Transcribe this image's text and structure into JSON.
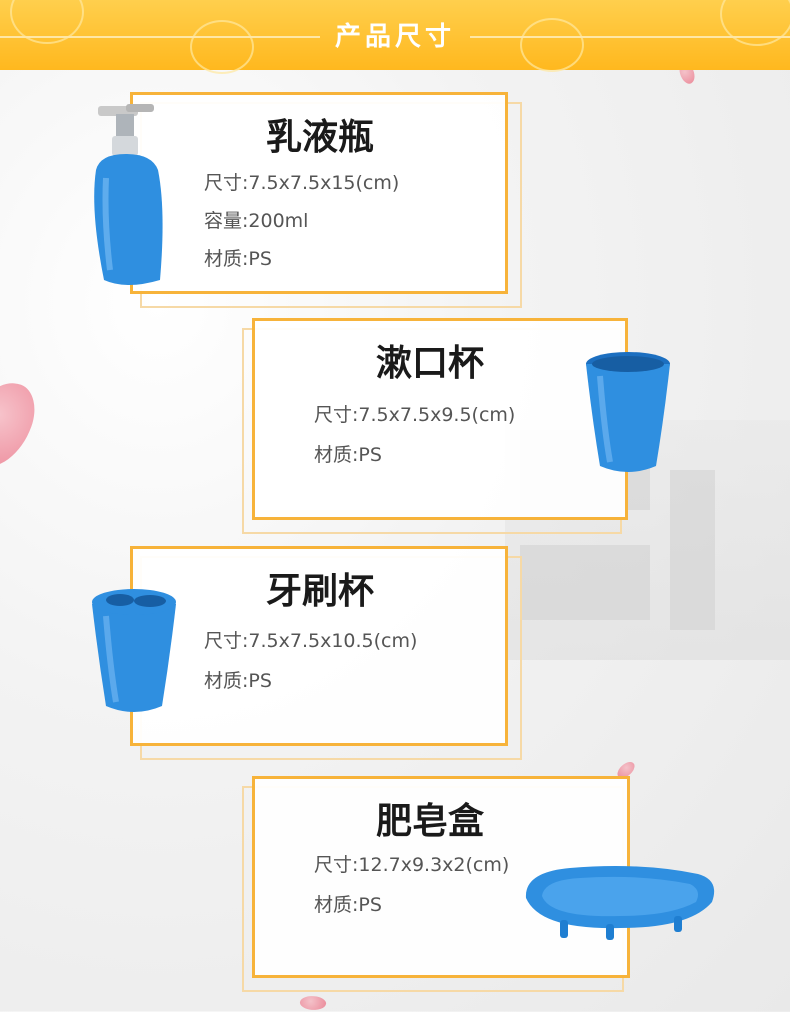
{
  "header": {
    "title": "产品尺寸"
  },
  "products": [
    {
      "title": "乳液瓶",
      "specs": [
        "尺寸:7.5x7.5x15(cm)",
        "容量:200ml",
        "材质:PS"
      ]
    },
    {
      "title": "漱口杯",
      "specs": [
        "尺寸:7.5x7.5x9.5(cm)",
        "材质:PS"
      ]
    },
    {
      "title": "牙刷杯",
      "specs": [
        "尺寸:7.5x7.5x10.5(cm)",
        "材质:PS"
      ]
    },
    {
      "title": "肥皂盒",
      "specs": [
        "尺寸:12.7x9.3x2(cm)",
        "材质:PS"
      ]
    }
  ],
  "colors": {
    "header": "#ffb81e",
    "frame": "#f7b33a",
    "product_blue": "#2f8fe0"
  }
}
